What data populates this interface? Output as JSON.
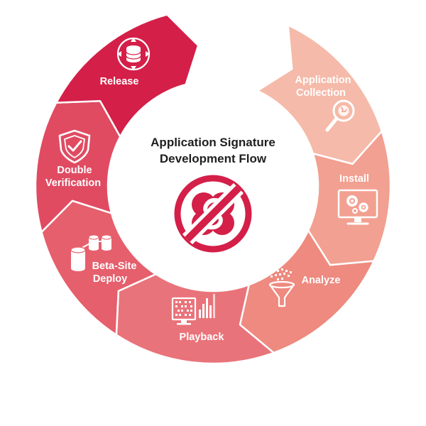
{
  "diagram": {
    "title_lines": [
      "Application Signature",
      "Development Flow"
    ],
    "title_color": "#1f1f1f",
    "accent_color": "#d41f48",
    "center_icon": "prohibited-signature-icon",
    "steps": [
      {
        "label_lines": [
          "Application",
          "Collection"
        ],
        "icon": "magnifier-globe-icon",
        "color": "#f5baa9"
      },
      {
        "label_lines": [
          "Install"
        ],
        "icon": "monitor-gears-icon",
        "color": "#f2a091"
      },
      {
        "label_lines": [
          "Analyze"
        ],
        "icon": "funnel-data-icon",
        "color": "#ee8a7f"
      },
      {
        "label_lines": [
          "Playback"
        ],
        "icon": "monitor-binary-icon",
        "color": "#e9737a"
      },
      {
        "label_lines": [
          "Beta-Site",
          "Deploy"
        ],
        "icon": "database-network-icon",
        "color": "#e65f6c"
      },
      {
        "label_lines": [
          "Double",
          "Verification"
        ],
        "icon": "shield-check-icon",
        "color": "#e04b62"
      },
      {
        "label_lines": [
          "Release"
        ],
        "icon": "database-arrows-icon",
        "color": "#d41f48"
      }
    ]
  }
}
